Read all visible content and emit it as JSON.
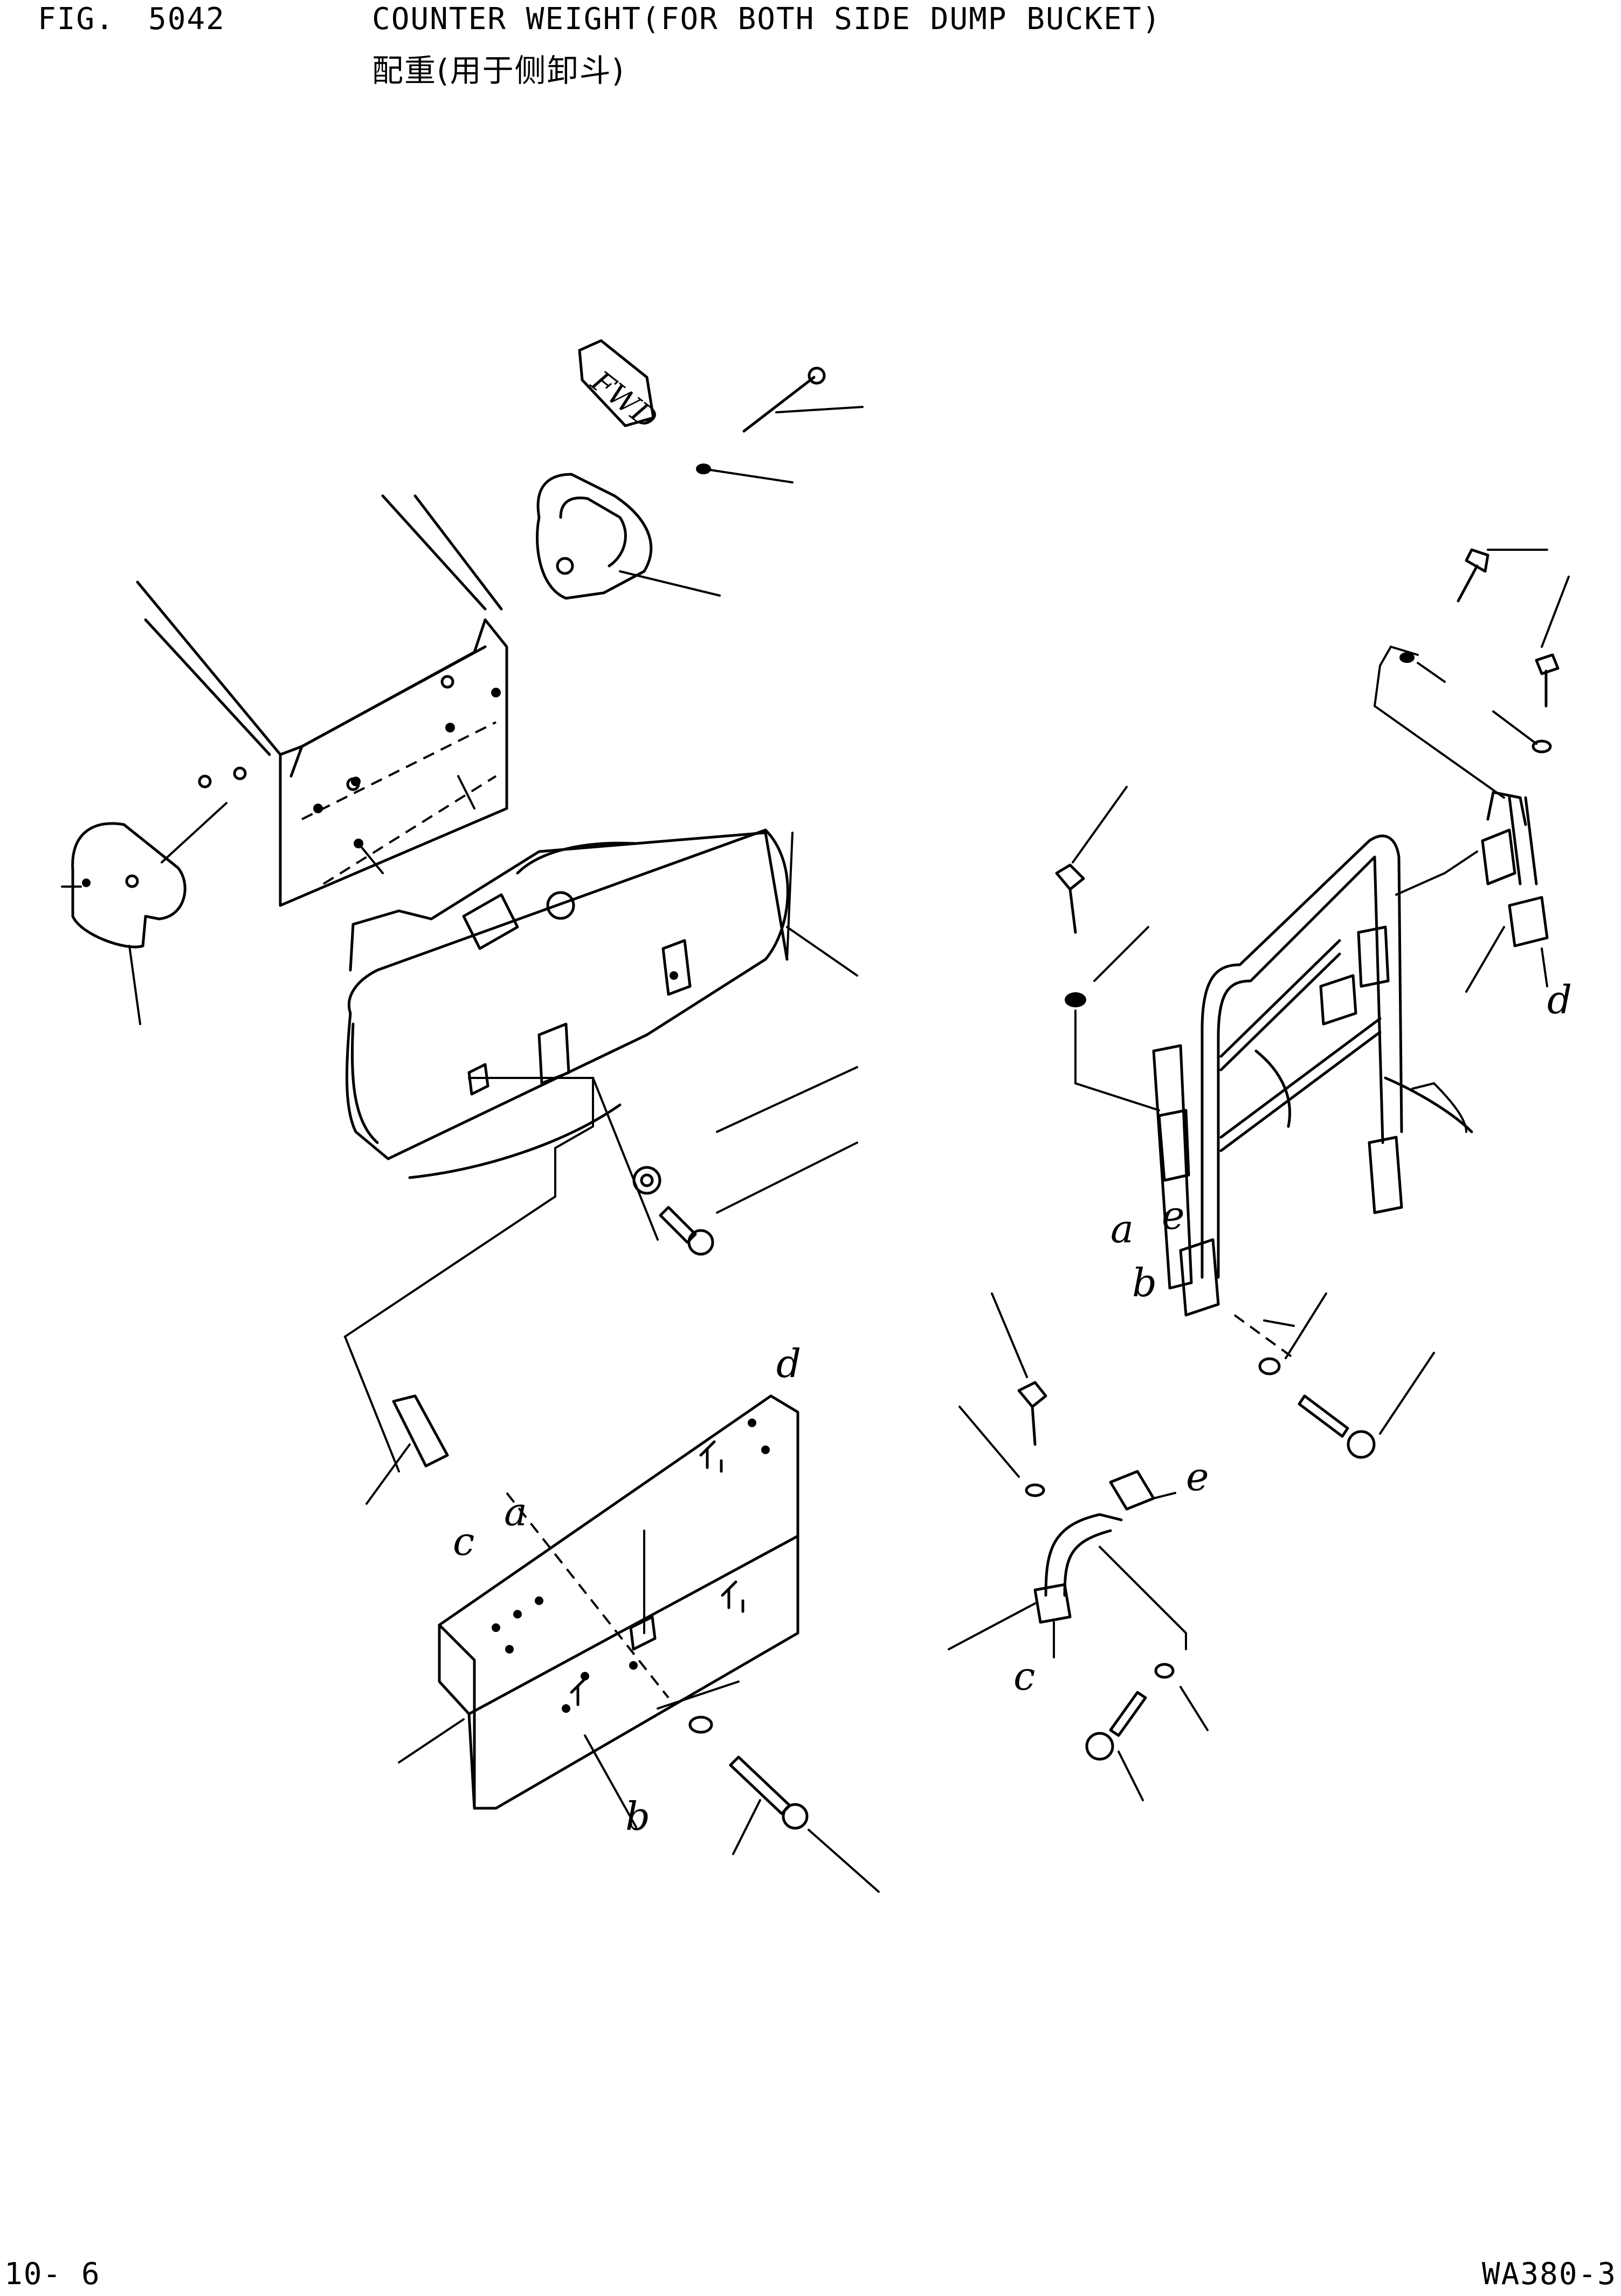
{
  "header": {
    "fig_label": "FIG.",
    "fig_number": "5042",
    "title_en": "COUNTER WEIGHT(FOR BOTH SIDE DUMP BUCKET)",
    "title_cn": "配重(用于侧卸斗)"
  },
  "footer": {
    "page_number": "10- 6",
    "model_code": "WA380-3"
  },
  "diagram": {
    "fwd_tag": "FWD",
    "callouts": {
      "a_1": "a",
      "b_1": "b",
      "c_1": "c",
      "d_1": "d",
      "a_2": "a",
      "e_2": "e",
      "b_2": "b",
      "d_2": "d",
      "e_3": "e",
      "c_3": "c"
    }
  }
}
